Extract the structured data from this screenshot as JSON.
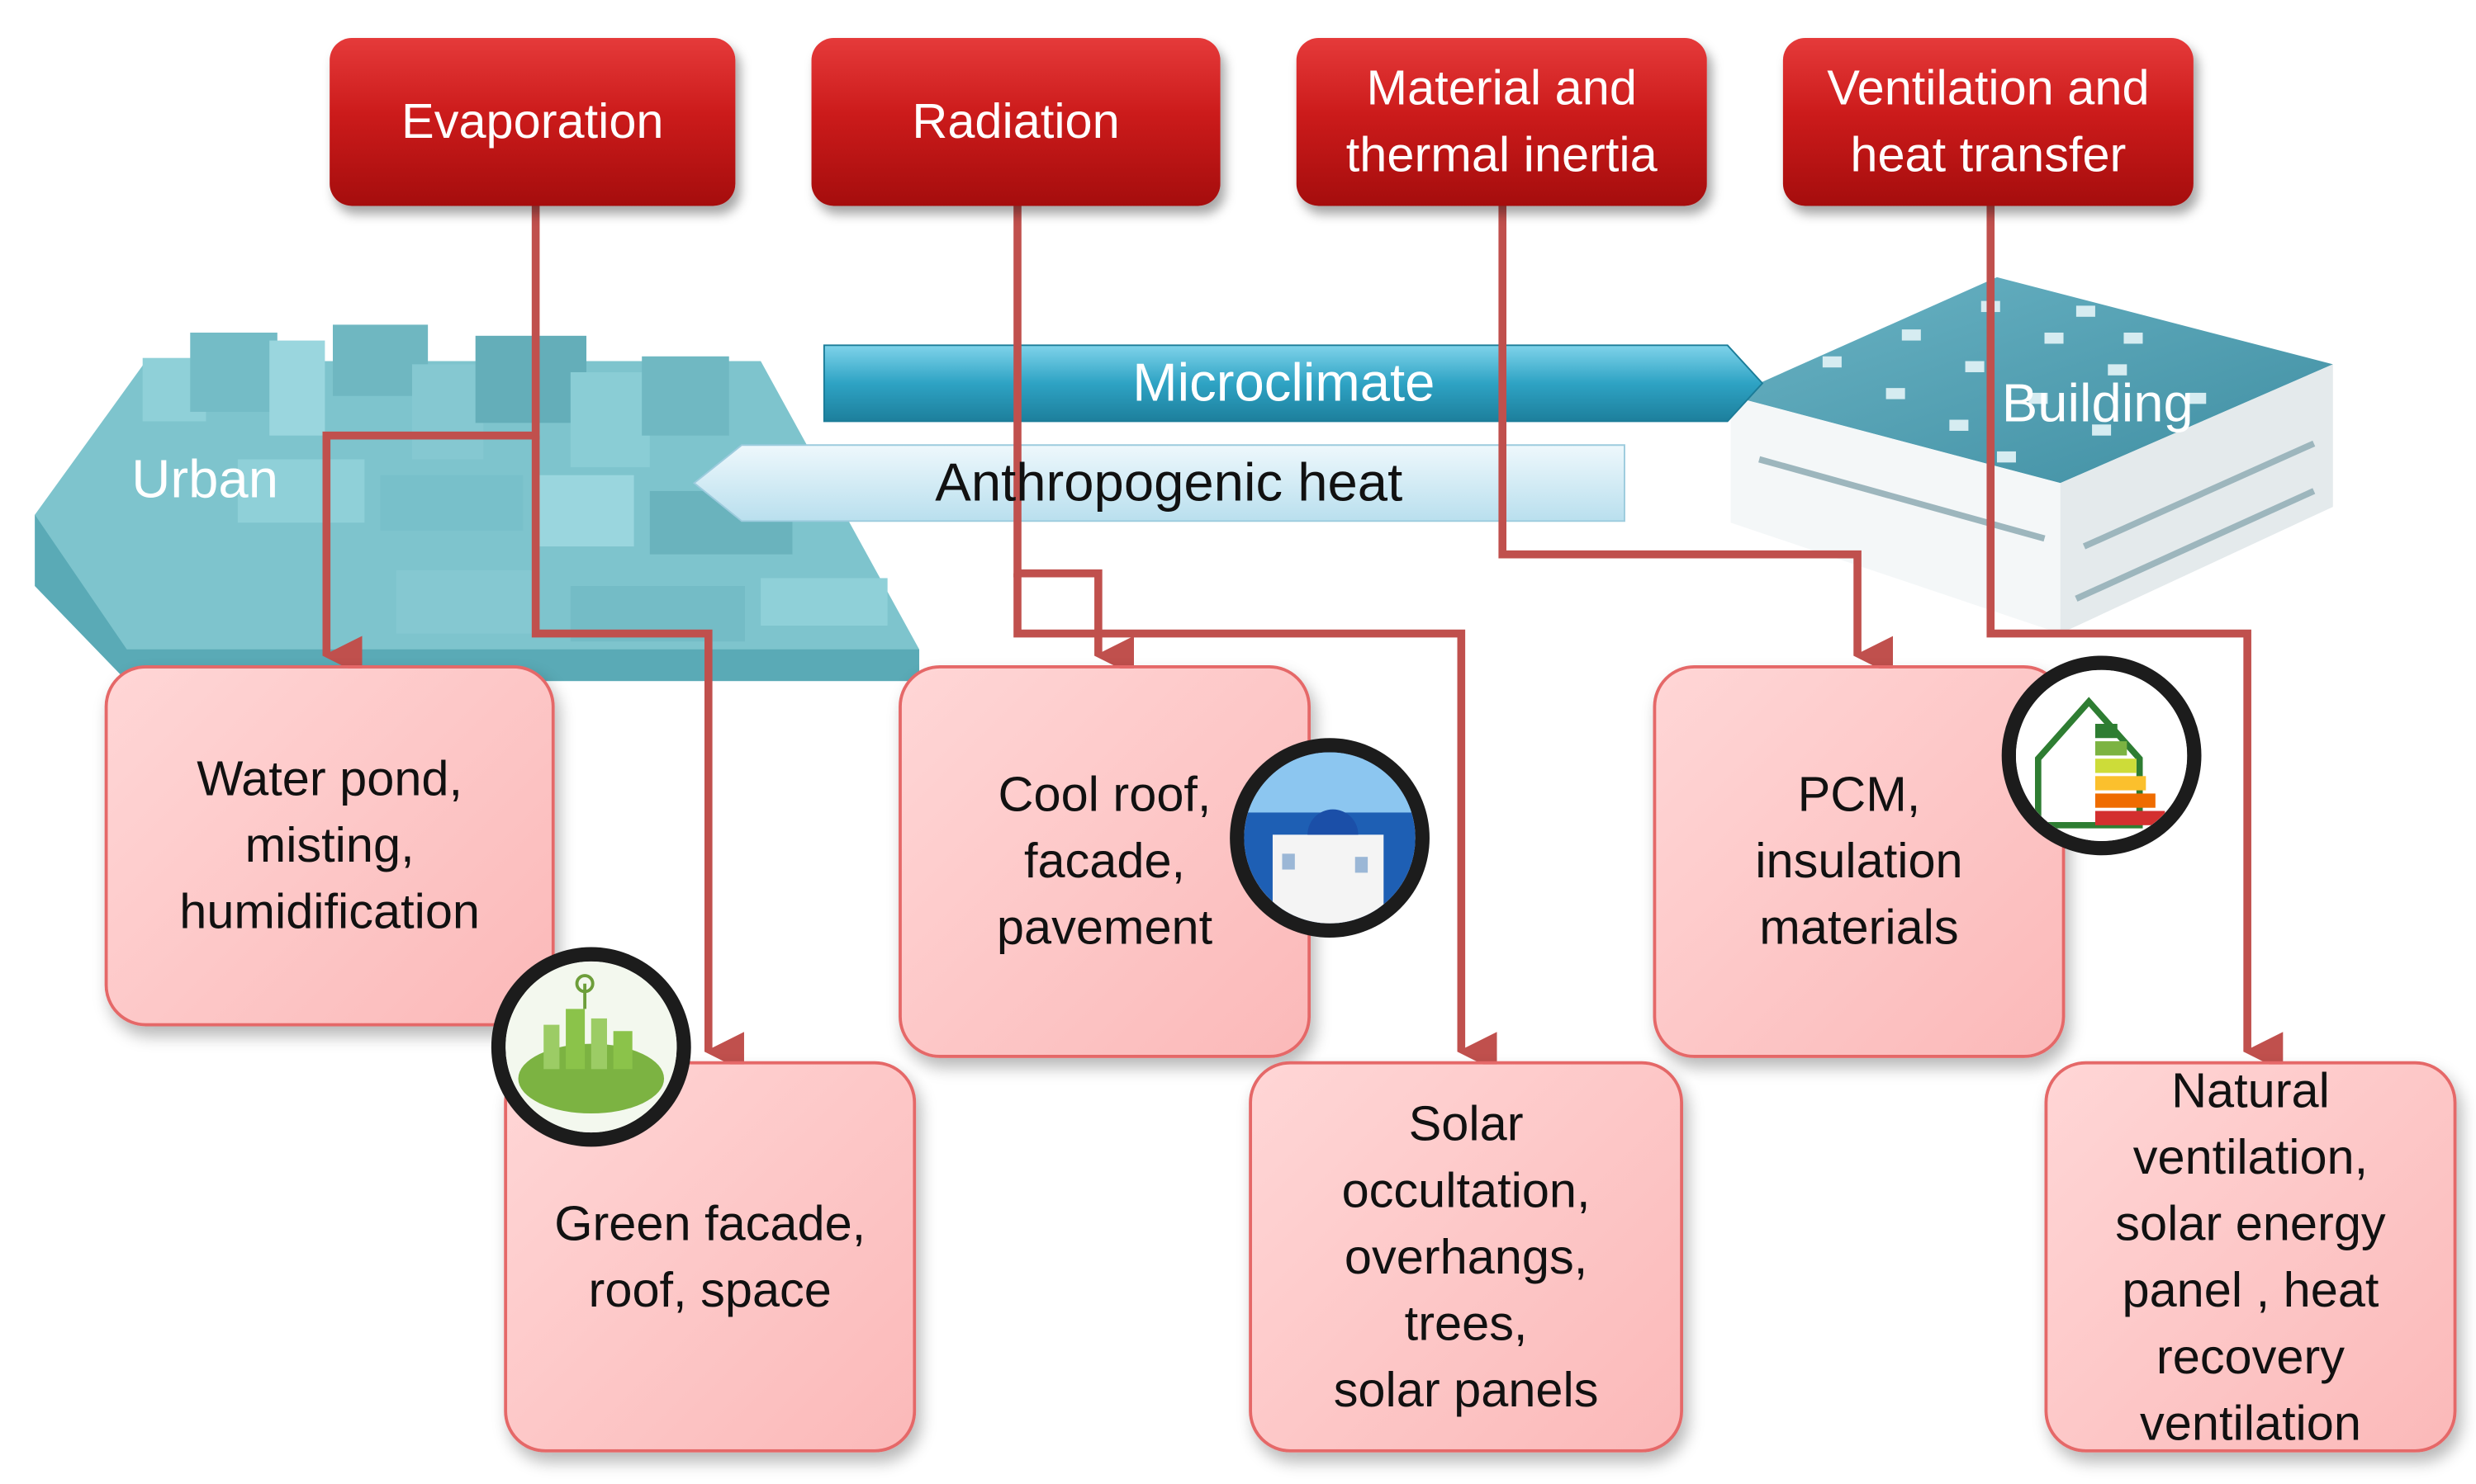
{
  "categories": [
    {
      "label": "Evaporation"
    },
    {
      "label": "Radiation"
    },
    {
      "label": "Material and\nthermal inertia"
    },
    {
      "label": "Ventilation and\nheat transfer"
    }
  ],
  "labels": {
    "urban": "Urban",
    "building": "Building",
    "microclimate": "Microclimate",
    "anthropogenic": "Anthropogenic heat"
  },
  "solutions": [
    {
      "label": "Water pond,\nmisting,\nhumidification"
    },
    {
      "label": "Green facade,\nroof, space"
    },
    {
      "label": "Cool roof,\nfacade,\npavement"
    },
    {
      "label": "Solar\noccultation,\noverhangs,\ntrees,\nsolar panels"
    },
    {
      "label": "PCM,\ninsulation\nmaterials"
    },
    {
      "label": "Natural\nventilation,\nsolar energy\npanel , heat\nrecovery\nventilation"
    }
  ],
  "badges": [
    {
      "icon": "green-city-leaf-icon"
    },
    {
      "icon": "white-houses-blue-dome-icon"
    },
    {
      "icon": "energy-efficiency-house-icon"
    }
  ],
  "colors": {
    "category_red": "#cc1b1b",
    "connector": "#c0504d",
    "solution_fill": "#fbc4c4",
    "microclimate_arrow": "#2ea3c4",
    "anthropogenic_arrow": "#cde9f3",
    "urban_model": "#6ab9c4",
    "building_model": "#4f9fb0"
  }
}
